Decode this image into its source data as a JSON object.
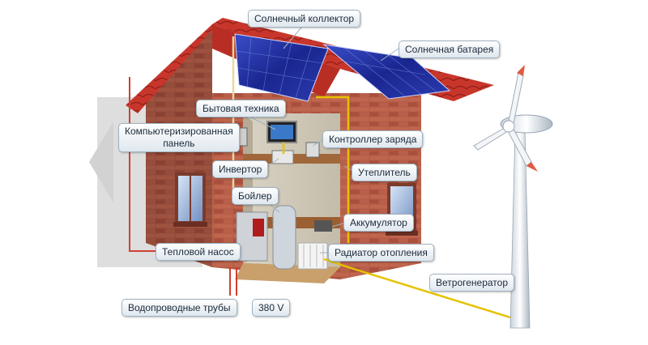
{
  "labels": {
    "solar_collector": "Солнечный коллектор",
    "solar_battery": "Солнечная батарея",
    "appliances": "Бытовая техника",
    "computer_panel_line1": "Компьютеризированная",
    "computer_panel_line2": "панель",
    "charge_controller": "Контроллер заряда",
    "inverter": "Инвертор",
    "insulation": "Утеплитель",
    "boiler": "Бойлер",
    "accumulator": "Аккумулятор",
    "heat_pump": "Тепловой насос",
    "radiator": "Радиатор отопления",
    "wind_generator": "Ветрогенератор",
    "water_pipes": "Водопроводные трубы",
    "voltage": "380 V"
  },
  "colors": {
    "brick": "#b0513e",
    "roof_tile": "#c8362b",
    "solar_panel": "#1c2f9a",
    "wire": "#e6c200",
    "pipe_red": "#d04030",
    "label_border": "#9fb2c2"
  },
  "icons": [
    "wind-turbine-icon",
    "house-icon",
    "solar-panel-icon",
    "radiator-icon",
    "boiler-icon"
  ]
}
